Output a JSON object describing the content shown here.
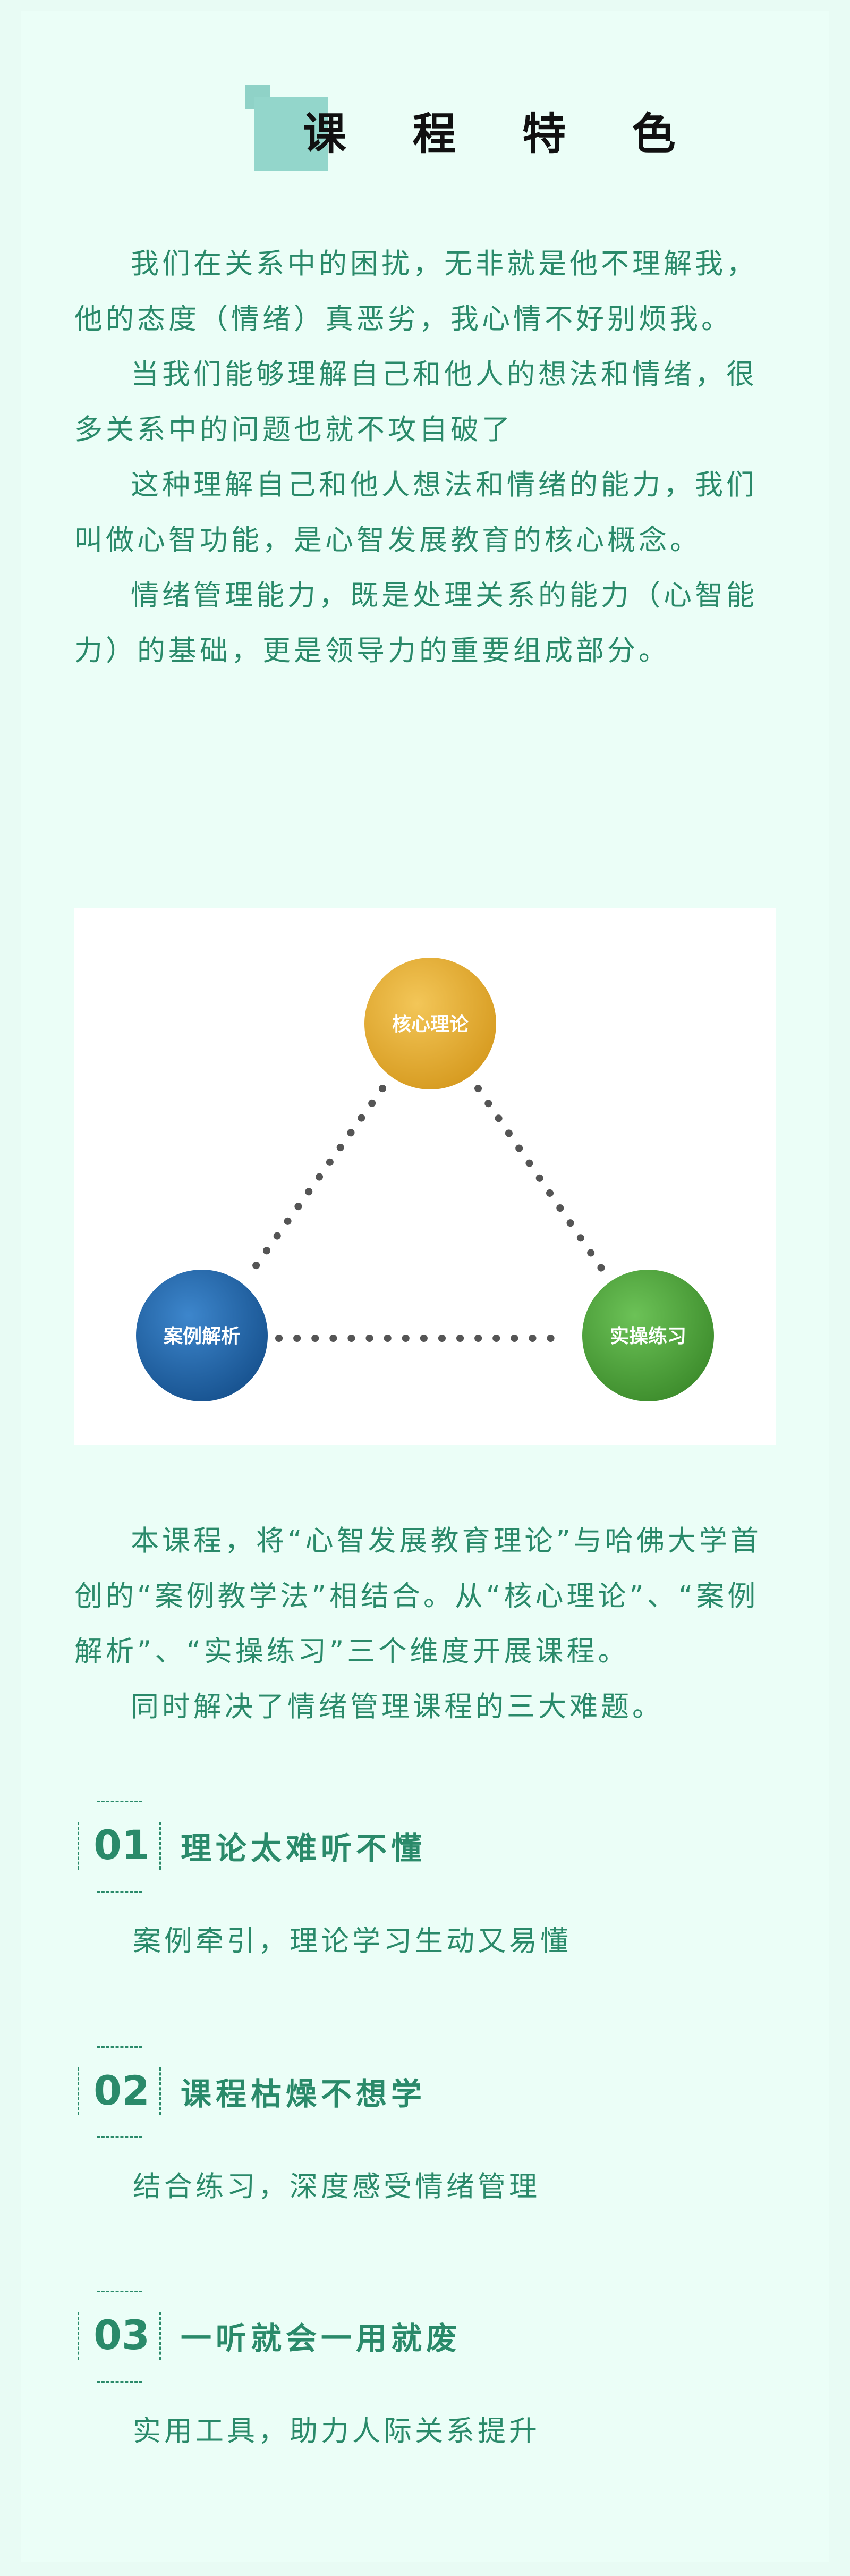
{
  "title": "课 程 特 色",
  "intro_paragraphs": [
    "我们在关系中的困扰，无非就是他不理解我，他的态度（情绪）真恶劣，我心情不好别烦我。",
    "当我们能够理解自己和他人的想法和情绪，很多关系中的问题也就不攻自破了",
    "这种理解自己和他人想法和情绪的能力，我们叫做心智功能，是心智发展教育的核心概念。",
    "情绪管理能力，既是处理关系的能力（心智能力）的基础，更是领导力的重要组成部分。"
  ],
  "diagram": {
    "nodes": [
      {
        "label": "核心理论",
        "color": "#e3a92b"
      },
      {
        "label": "案例解析",
        "color": "#1f5fa3"
      },
      {
        "label": "实操练习",
        "color": "#4ea33c"
      }
    ]
  },
  "course_paragraphs": [
    "本课程，将“心智发展教育理论”与哈佛大学首创的“案例教学法”相结合。从“核心理论”、“案例解析”、“实操练习”三个维度开展课程。",
    "同时解决了情绪管理课程的三大难题。"
  ],
  "difficulties": [
    {
      "number": "01",
      "title": "理论太难听不懂",
      "solution": "案例牵引，理论学习生动又易懂"
    },
    {
      "number": "02",
      "title": "课程枯燥不想学",
      "solution": "结合练习，深度感受情绪管理"
    },
    {
      "number": "03",
      "title": "一听就会一用就废",
      "solution": "实用工具，助力人际关系提升"
    }
  ]
}
